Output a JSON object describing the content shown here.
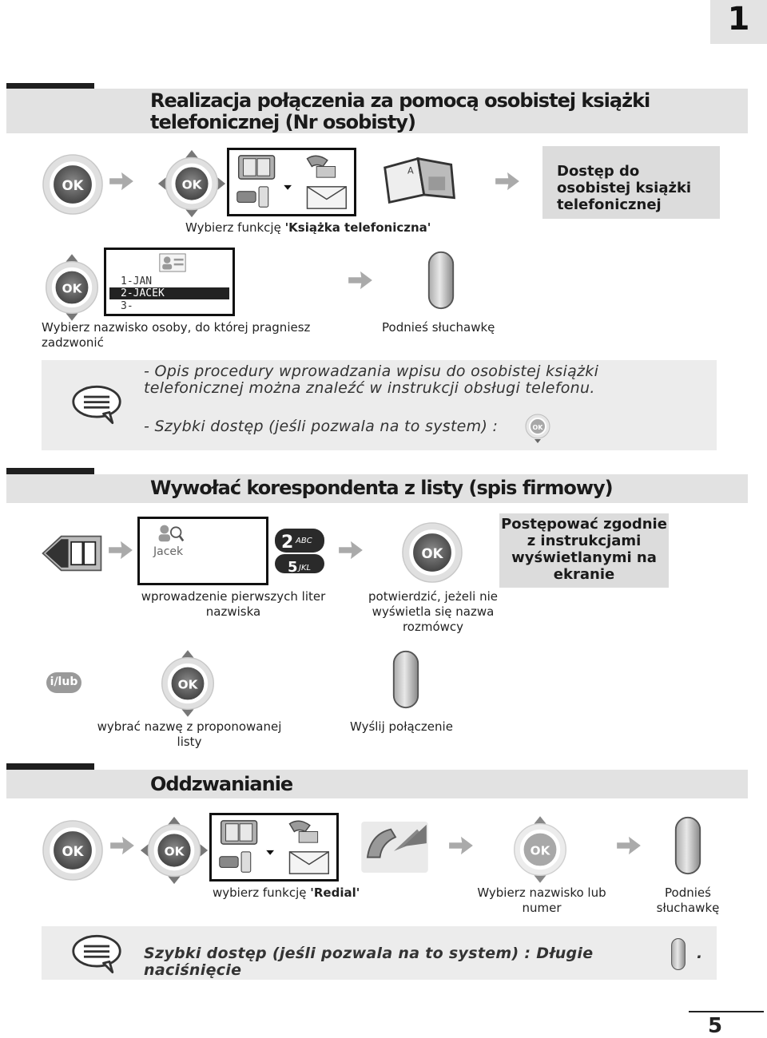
{
  "chapter_number": "1",
  "section1": {
    "title": "Realizacja połączenia za pomocą osobistej książki telefonicznej (Nr osobisty)",
    "access_box": "Dostęp do osobistej książki telefonicznej",
    "select_function_prefix": "Wybierz funkcję ",
    "select_function_name": "'Książka telefoniczna'",
    "lcd_entries": [
      "1-JAN",
      "2-JACEK",
      "3-"
    ],
    "select_person_caption": "Wybierz nazwisko osoby, do której pragniesz zadzwonić",
    "lift_handset_caption": "Podnieś słuchawkę",
    "note_line1": "- Opis procedury wprowadzania wpisu do osobistej książki telefonicznej można znaleźć w instrukcji obsługi telefonu.",
    "note_line2": "- Szybki dostęp (jeśli pozwala na to system) :"
  },
  "section2": {
    "title": "Wywołać korespondenta z listy (spis firmowy)",
    "lcd_text": "Jacek",
    "key1_digit": "2",
    "key1_letters": "ABC",
    "key2_digit": "5",
    "key2_letters": "JKL",
    "enter_letters_caption": "wprowadzenie pierwszych liter nazwiska",
    "confirm_caption": "potwierdzić, jeżeli nie wyświetla się nazwa rozmówcy",
    "follow_instructions_box": "Postępować zgodnie z instrukcjami wyświetlanymi na ekranie",
    "and_or_badge": "i/lub",
    "choose_name_caption": "wybrać nazwę z proponowanej listy",
    "send_call_caption": "Wyślij połączenie"
  },
  "section3": {
    "title": "Oddzwanianie",
    "select_function_prefix": "wybierz funkcję ",
    "select_function_name": "'Redial'",
    "choose_name_caption": "Wybierz nazwisko lub numer",
    "lift_handset_caption": "Podnieś słuchawkę",
    "quick_access_note": "Szybki dostęp  (jeśli pozwala na to system) : Długie naciśnięcie",
    "quick_access_end": "."
  },
  "ok_label": "OK",
  "page_number": "5"
}
